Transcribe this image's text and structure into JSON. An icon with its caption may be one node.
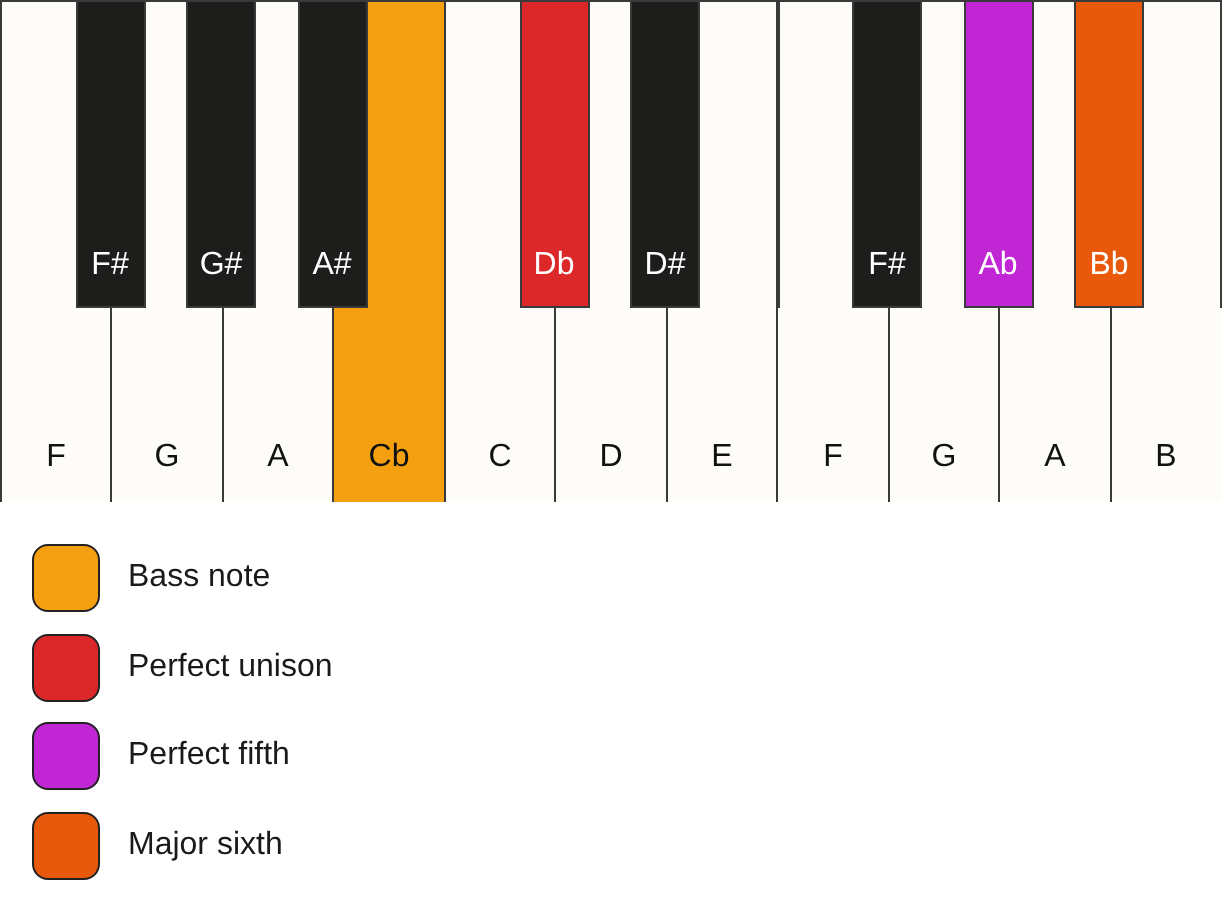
{
  "diagram": {
    "nodes": [
      {
        "text": [
          "F"
        ]
      },
      {
        "text": [
          "F#"
        ]
      },
      {
        "text": [
          "G"
        ]
      },
      {
        "text": [
          "G#"
        ]
      },
      {
        "text": [
          "A"
        ]
      },
      {
        "text": [
          "A#"
        ]
      },
      {
        "text": [
          "Cb"
        ]
      },
      {
        "text": [
          "C"
        ]
      },
      {
        "text": [
          "Db"
        ]
      },
      {
        "text": [
          "D"
        ]
      },
      {
        "text": [
          "D#"
        ]
      },
      {
        "text": [
          "E"
        ]
      },
      {
        "text": [
          "F"
        ]
      },
      {
        "text": [
          "F#"
        ]
      },
      {
        "text": [
          "G"
        ]
      },
      {
        "text": [
          "Ab"
        ]
      },
      {
        "text": [
          "A"
        ]
      },
      {
        "text": [
          "Bb"
        ]
      },
      {
        "text": [
          "B"
        ]
      }
    ],
    "legend": [
      {
        "text": "Bass note",
        "color": "#f4a010"
      },
      {
        "text": "Perfect unison",
        "color": "#dc2828"
      },
      {
        "text": "Perfect fifth",
        "color": "#c026d3"
      },
      {
        "text": "Major sixth",
        "color": "#e8590c"
      }
    ]
  }
}
